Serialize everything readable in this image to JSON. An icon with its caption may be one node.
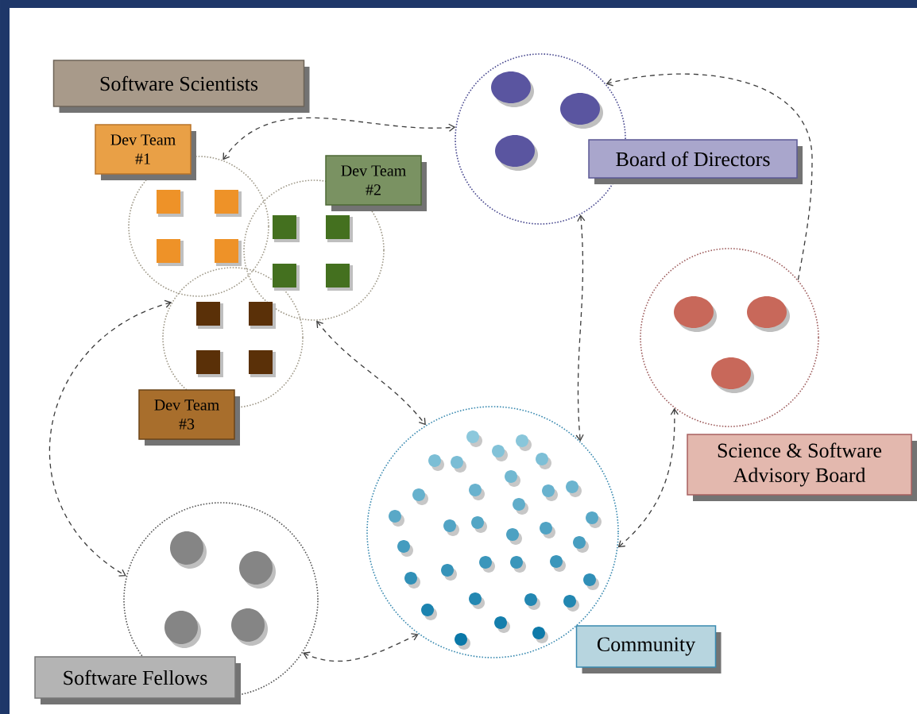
{
  "diagram": {
    "nodes": [
      {
        "text": [
          "Software Scientists"
        ]
      },
      {
        "text": [
          "Dev Team #1"
        ]
      },
      {
        "text": [],
        "shape": "circle"
      },
      {
        "text": [
          "Board of Directors"
        ]
      },
      {
        "text": [],
        "shape": "circle"
      },
      {
        "text": [
          "Dev Team #2"
        ]
      },
      {
        "text": [],
        "shape": "circle"
      },
      {
        "text": [],
        "shape": "circle"
      },
      {
        "text": [],
        "shape": "circle"
      },
      {
        "text": [
          "Dev Team #3"
        ]
      },
      {
        "text": [
          "Science & Software Advisory Board"
        ]
      },
      {
        "text": [],
        "shape": "circle"
      },
      {
        "text": [],
        "shape": "circle"
      },
      {
        "text": [
          "Community"
        ]
      },
      {
        "text": [
          "Software Fellows"
        ]
      }
    ],
    "edges": [
      {
        "from": 4,
        "to": 2,
        "arrow": "both",
        "style": "dashed"
      },
      {
        "from": 8,
        "to": 2,
        "arrow": "to",
        "style": "dashed"
      },
      {
        "from": 2,
        "to": 11,
        "arrow": "both",
        "style": "dashed"
      },
      {
        "from": 8,
        "to": 11,
        "arrow": "both",
        "style": "dashed"
      },
      {
        "from": 6,
        "to": 11,
        "arrow": "both",
        "style": "dashed"
      },
      {
        "from": 7,
        "to": 12,
        "arrow": "both",
        "style": "dashed"
      },
      {
        "from": 12,
        "to": 11,
        "arrow": "both",
        "style": "dashed"
      }
    ]
  }
}
